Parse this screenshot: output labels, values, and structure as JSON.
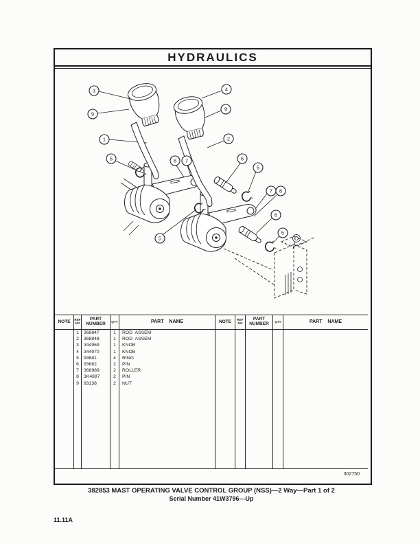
{
  "header": {
    "title": "HYDRAULICS"
  },
  "illustration": {
    "figure_number": "302750",
    "callouts": [
      "3",
      "9",
      "1",
      "5",
      "8",
      "7",
      "4",
      "9",
      "2",
      "6",
      "5",
      "7",
      "8",
      "5",
      "6",
      "5"
    ]
  },
  "table": {
    "headers": {
      "note": "NOTE",
      "ref": "REF",
      "no": "NO",
      "part": "PART",
      "number": "NUMBER",
      "qty": "QTY",
      "part_name": "PART NAME"
    },
    "rows": [
      {
        "note": "",
        "ref": "1",
        "part_number": "368847",
        "qty": "1",
        "part_name": "ROD  ASSEM"
      },
      {
        "note": "",
        "ref": "2",
        "part_number": "368848",
        "qty": "1",
        "part_name": "ROD  ASSEM"
      },
      {
        "note": "",
        "ref": "3",
        "part_number": "344969",
        "qty": "1",
        "part_name": "KNOB"
      },
      {
        "note": "",
        "ref": "4",
        "part_number": "344970",
        "qty": "1",
        "part_name": "KNOB"
      },
      {
        "note": "",
        "ref": "5",
        "part_number": "93681",
        "qty": "4",
        "part_name": "RING"
      },
      {
        "note": "",
        "ref": "6",
        "part_number": "93682",
        "qty": "2",
        "part_name": "PIN"
      },
      {
        "note": "",
        "ref": "7",
        "part_number": "368989",
        "qty": "2",
        "part_name": "ROLLER"
      },
      {
        "note": "",
        "ref": "8",
        "part_number": "3K4897",
        "qty": "2",
        "part_name": "PIN"
      },
      {
        "note": "",
        "ref": "9",
        "part_number": "93138",
        "qty": "2",
        "part_name": "NUT"
      }
    ]
  },
  "footer": {
    "caption_line1": "382853 MAST OPERATING VALVE CONTROL GROUP (NSS)—2 Way—Part 1 of 2",
    "caption_line2": "Serial Number 41W3796—Up",
    "page_code": "11.11A"
  }
}
